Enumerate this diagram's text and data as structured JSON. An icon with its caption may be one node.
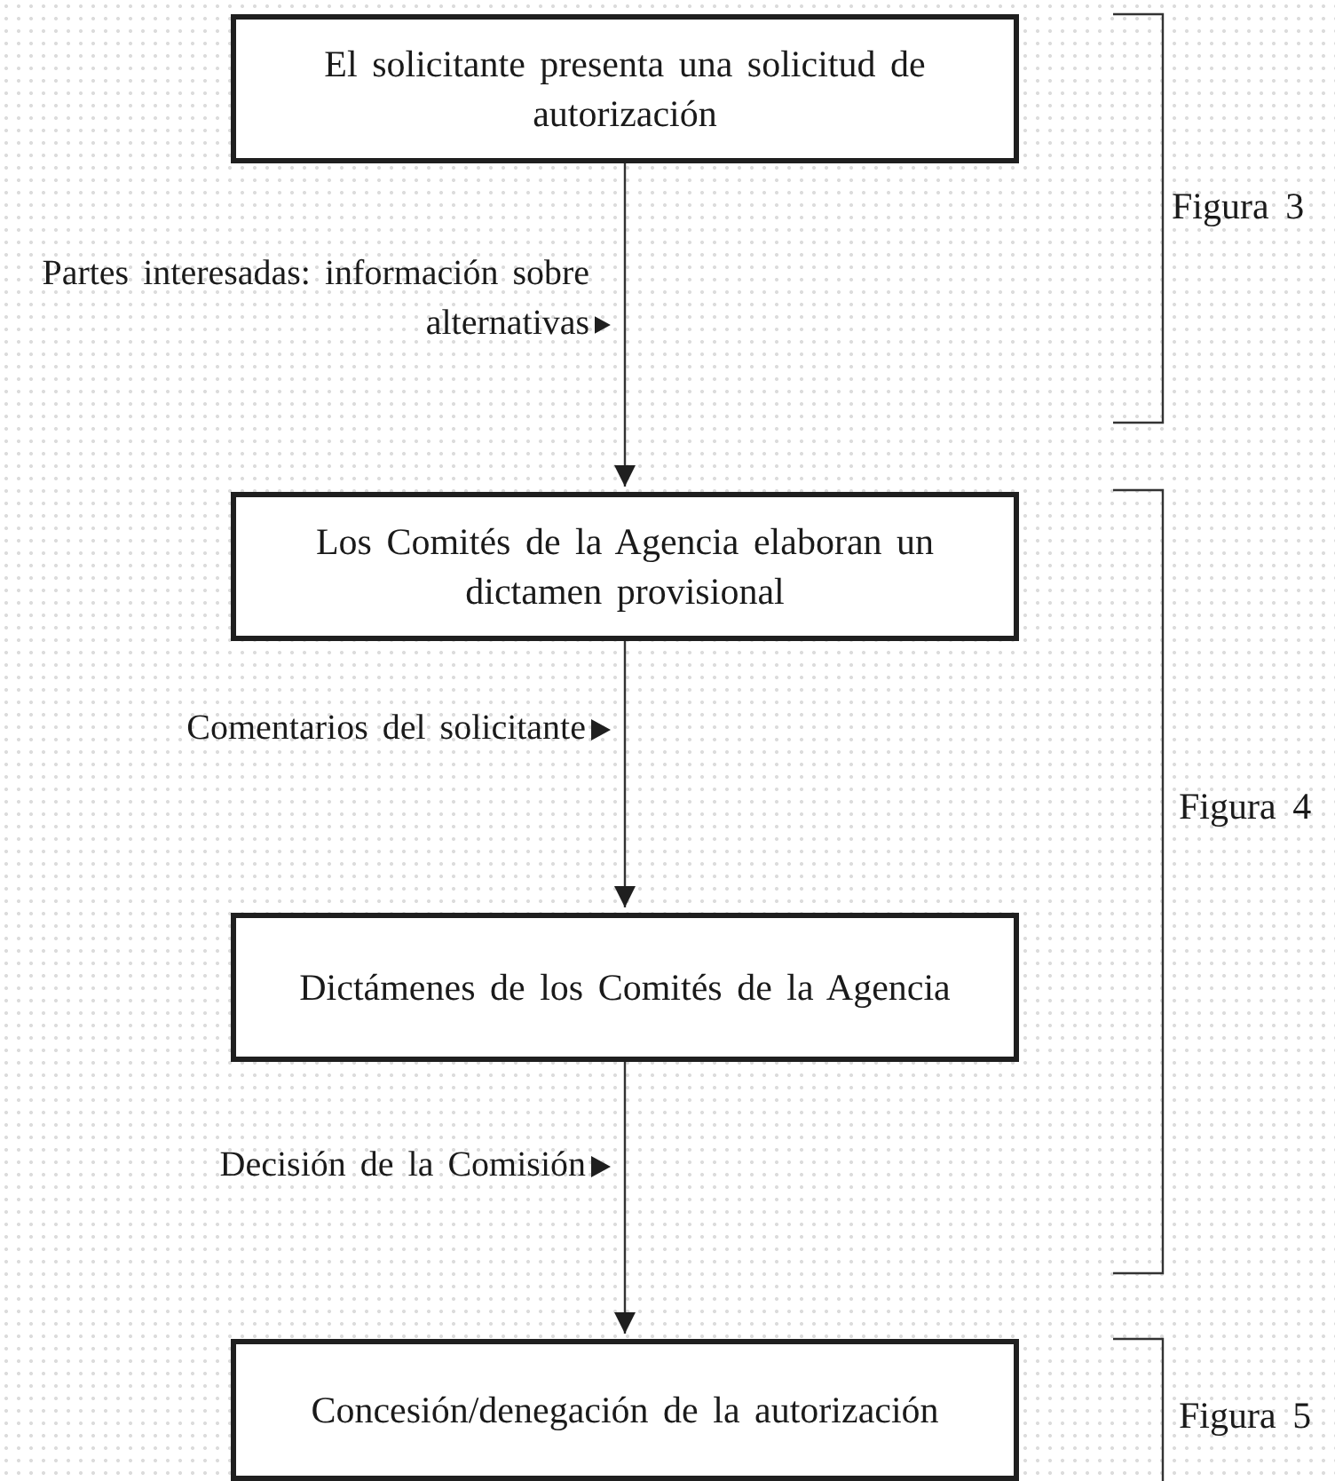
{
  "diagram": {
    "nodes": [
      {
        "text": [
          "El solicitante presenta una solicitud de autorización"
        ]
      },
      {
        "text": [
          "Los Comités de la Agencia elaboran un dictamen provisional"
        ]
      },
      {
        "text": [
          "Dictámenes de los Comités de la Agencia"
        ]
      },
      {
        "text": [
          "Concesión/denegación de la autorización"
        ]
      }
    ],
    "edges": [
      {
        "from": 0,
        "to": 1,
        "arrow": "to",
        "label": "Partes interesadas: información sobre alternativas"
      },
      {
        "from": 1,
        "to": 2,
        "arrow": "to",
        "label": "Comentarios del solicitante"
      },
      {
        "from": 2,
        "to": 3,
        "arrow": "to",
        "label": "Decisión de la Comisión"
      }
    ],
    "labels": [
      "Figura 3",
      "Figura 4",
      "Figura 5"
    ]
  }
}
